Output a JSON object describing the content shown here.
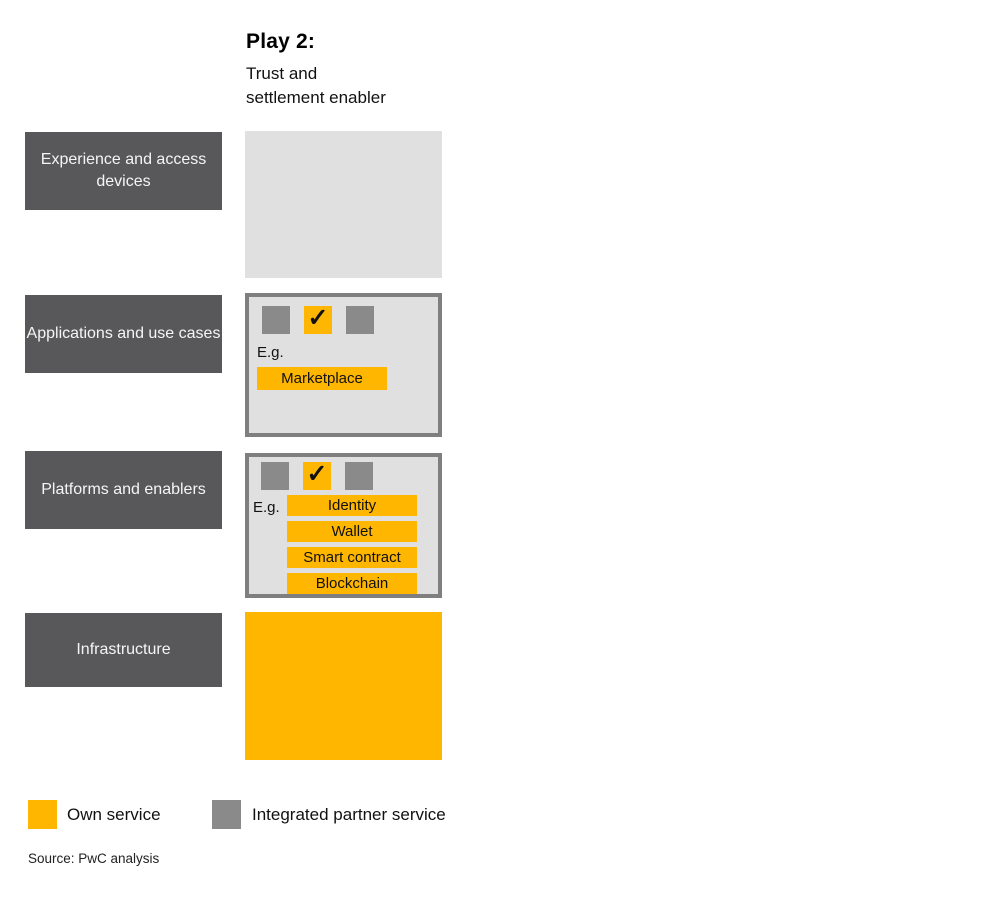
{
  "title": {
    "heading": "Play 2:",
    "subtitle_line1": "Trust and",
    "subtitle_line2": "settlement enabler"
  },
  "layers": [
    {
      "label": "Experience and access devices"
    },
    {
      "label": "Applications and use cases",
      "eg_label": "E.g.",
      "items": [
        "Marketplace"
      ]
    },
    {
      "label": "Platforms and enablers",
      "eg_label": "E.g.",
      "items": [
        "Identity",
        "Wallet",
        "Smart contract",
        "Blockchain"
      ]
    },
    {
      "label": "Infrastructure"
    }
  ],
  "legend": {
    "own_label": "Own service",
    "partner_label": "Integrated partner service"
  },
  "source": "Source: PwC analysis",
  "icons": {
    "check": "✓"
  },
  "colors": {
    "own_service_yellow": "#FFB600",
    "partner_service_gray": "#8A8A8A",
    "layer_dark_gray": "#58585A",
    "panel_light_gray": "#E0E0E0",
    "panel_border_gray": "#7F7F7F"
  }
}
